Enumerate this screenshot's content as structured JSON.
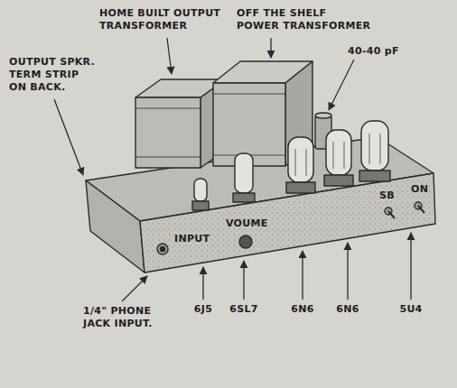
{
  "diagram": {
    "labels": [
      "HOME BUILT OUTPUT TRANSFORMER",
      "OFF THE SHELF POWER TRANSFORMER",
      "40-40 pF",
      "OUTPUT SPKR. TERM STRIP ON BACK.",
      "INPUT",
      "VOUME",
      "SB",
      "ON",
      "1/4\" PHONE JACK INPUT.",
      "6J5",
      "6SL7",
      "6N6",
      "6N6",
      "5U4"
    ]
  }
}
